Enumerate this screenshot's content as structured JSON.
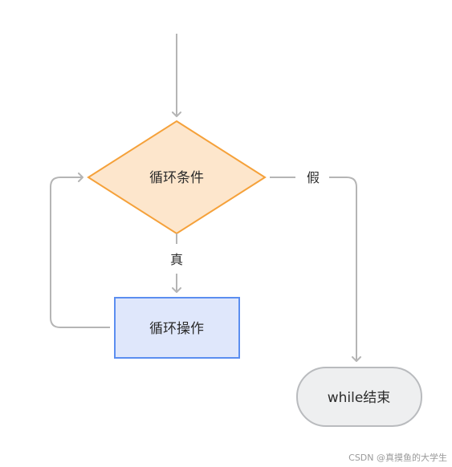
{
  "diagram": {
    "nodes": {
      "condition": {
        "label": "循环条件"
      },
      "operation": {
        "label": "循环操作"
      },
      "end": {
        "label": "while结束"
      }
    },
    "edges": {
      "true_label": "真",
      "false_label": "假"
    },
    "colors": {
      "line": "#b5b5b5",
      "condition_fill": "#fde6cc",
      "condition_stroke": "#f5a13a",
      "operation_fill": "#dfe7fb",
      "operation_stroke": "#5b8ef0",
      "end_fill": "#eeeff0",
      "end_stroke": "#b9bbbe"
    }
  },
  "watermark": "CSDN @真摸鱼的大学生"
}
